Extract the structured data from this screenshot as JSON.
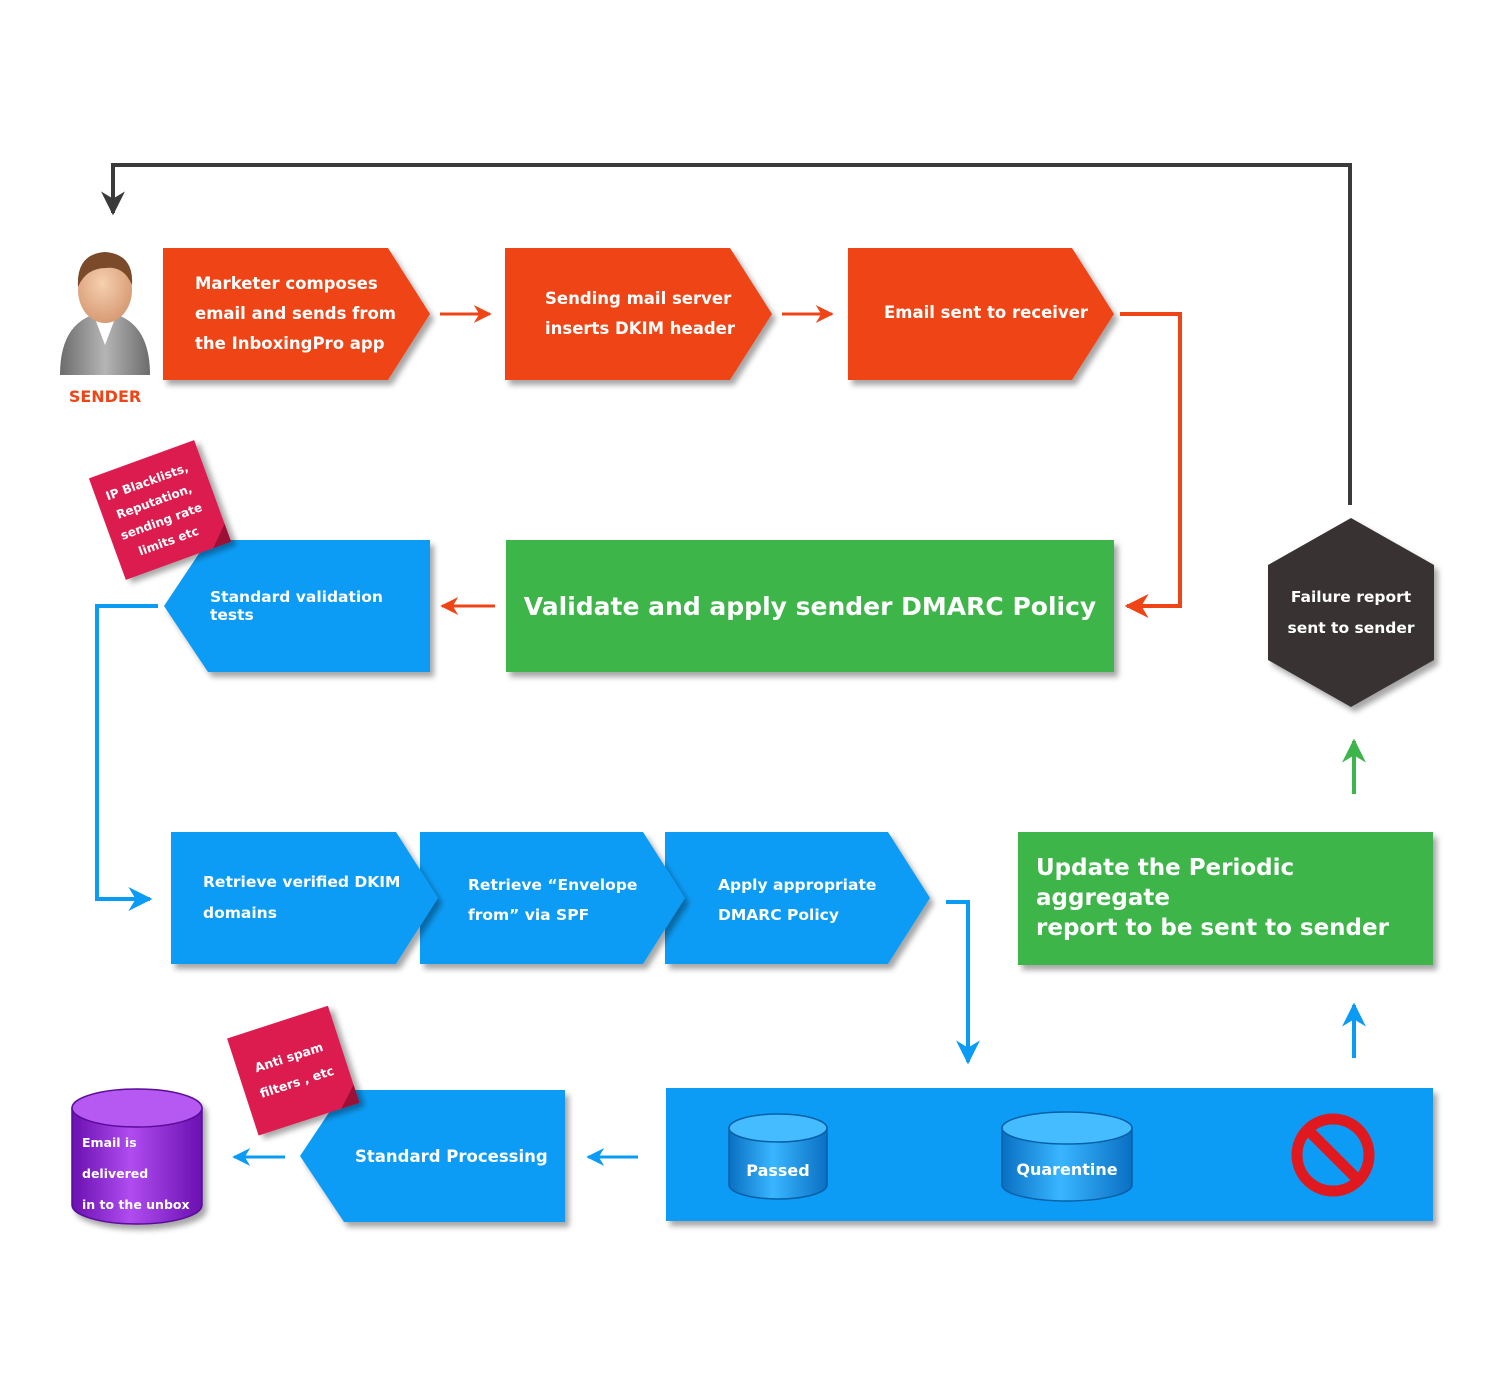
{
  "sender": {
    "label": "SENDER"
  },
  "steps": {
    "compose": "Marketer composes\nemail and sends from\nthe InboxingPro app",
    "dkim_insert": "Sending mail server\ninserts DKIM header",
    "sent_receiver": "Email sent to receiver",
    "validate": "Validate and apply sender DMARC Policy",
    "standard_tests": "Standard validation tests",
    "retrieve_dkim": "Retrieve verified DKIM\ndomains",
    "retrieve_spf": "Retrieve “Envelope\nfrom” via SPF",
    "apply_policy": "Apply appropriate\nDMARC Policy",
    "update_report": "Update the Periodic aggregate\nreport to be sent to sender",
    "failure_report": "Failure report\nsent to sender",
    "standard_processing": "Standard Processing",
    "delivered": "Email is delivered\nin to the unbox"
  },
  "outcomes": {
    "passed": "Passed",
    "quarantine": "Quarentine"
  },
  "notes": {
    "blacklist": "IP Blacklists,\nReputation,\nsending rate\nlimits etc",
    "antispam": "Anti spam\nfilters , etc"
  },
  "colors": {
    "orange": "#ef4516",
    "green": "#3db54a",
    "blue": "#0a9cf5",
    "dark": "#383332",
    "red_note": "#dc1a4f",
    "purple": "#8b1fd6",
    "sender_label": "#ef4516",
    "connector_dark": "#3a3a3a",
    "connector_orange": "#ef4516",
    "connector_blue": "#0a9cf5",
    "connector_green": "#3db54a",
    "block_red": "#e0191f"
  },
  "icons": {
    "sender": "person-avatar-icon",
    "blocked": "blocked-icon",
    "passed_db": "database-icon",
    "quarantine_db": "database-icon",
    "delivered_db": "database-icon"
  }
}
